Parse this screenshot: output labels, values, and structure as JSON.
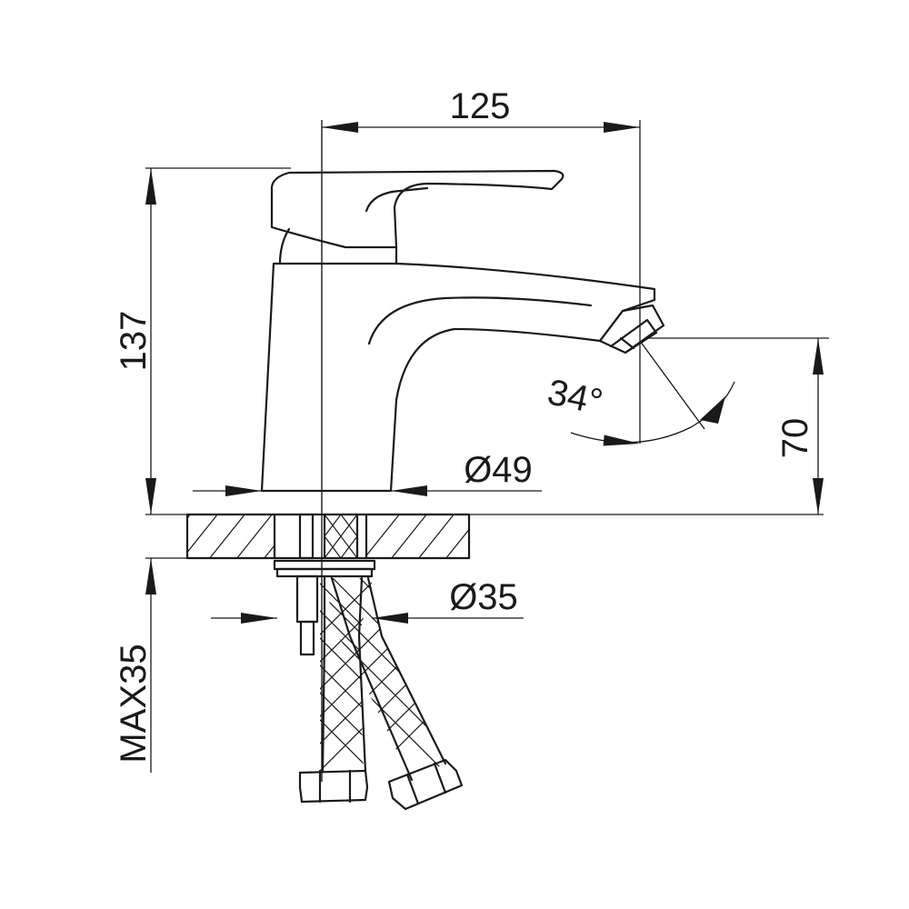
{
  "dimensions": {
    "width_label": "125",
    "height_label": "137",
    "spout_height_label": "70",
    "base_diameter_label": "Ø49",
    "thread_diameter_label": "Ø35",
    "max_thickness_label": "MAX35",
    "angle_label": "34°"
  },
  "colors": {
    "line": "#1a1a1a",
    "background": "#ffffff"
  }
}
